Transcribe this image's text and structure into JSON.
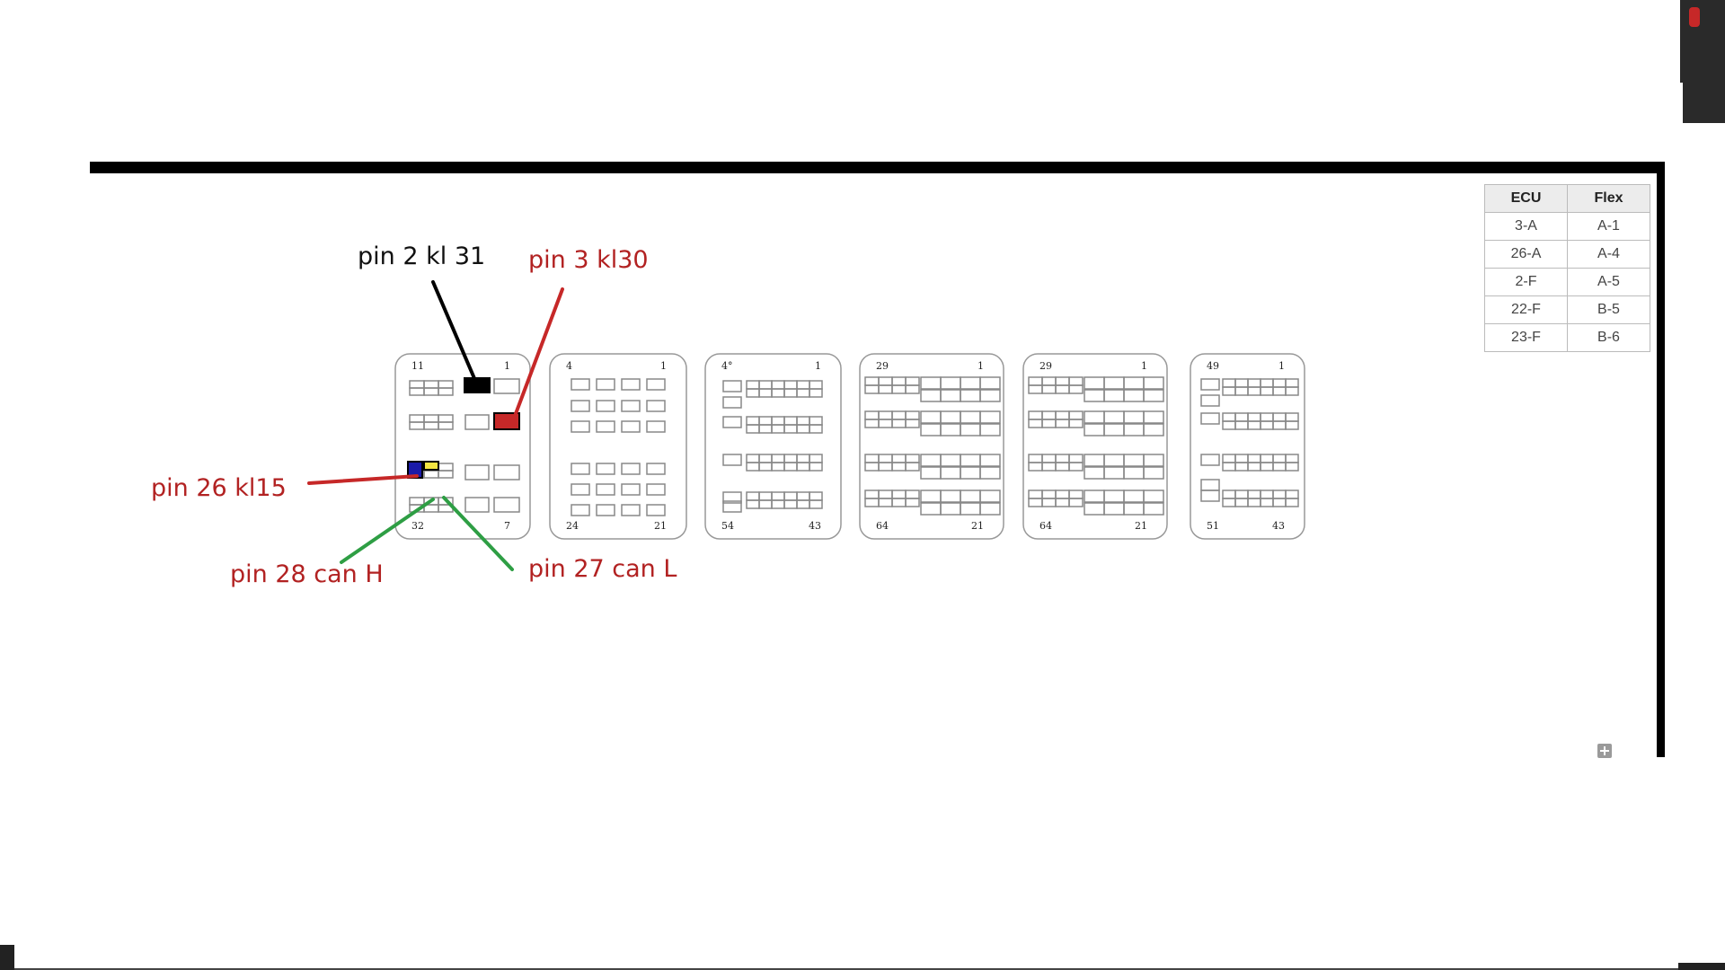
{
  "callouts": {
    "pin2": "pin 2 kl 31",
    "pin3": "pin 3 kl30",
    "pin26": "pin 26 kl15",
    "pin28": "pin 28 can H",
    "pin27": "pin 27 can L"
  },
  "connectors": [
    {
      "top_left": "11",
      "top_right": "1",
      "bottom_left": "32",
      "bottom_right": "7"
    },
    {
      "top_left": "4",
      "top_right": "1",
      "bottom_left": "24",
      "bottom_right": "21"
    },
    {
      "top_left": "4°",
      "top_right": "1",
      "bottom_left": "54",
      "bottom_right": "43"
    },
    {
      "top_left": "29",
      "top_right": "1",
      "bottom_left": "64",
      "bottom_right": "21"
    },
    {
      "top_left": "29",
      "top_right": "1",
      "bottom_left": "64",
      "bottom_right": "21"
    },
    {
      "top_left": "49",
      "top_right": "1",
      "bottom_left": "51",
      "bottom_right": "43"
    }
  ],
  "mapping_table": {
    "headers": [
      "ECU",
      "Flex"
    ],
    "rows": [
      [
        "3-A",
        "A-1"
      ],
      [
        "26-A",
        "A-4"
      ],
      [
        "2-F",
        "A-5"
      ],
      [
        "22-F",
        "B-5"
      ],
      [
        "23-F",
        "B-6"
      ]
    ]
  },
  "colors": {
    "wire_black": "#000000",
    "wire_red": "#c62828",
    "wire_green": "#2e9e44",
    "pin_blue": "#1a1aa8",
    "pin_yellow": "#f5e642"
  },
  "icons": {
    "expand": "plus-square-icon"
  }
}
